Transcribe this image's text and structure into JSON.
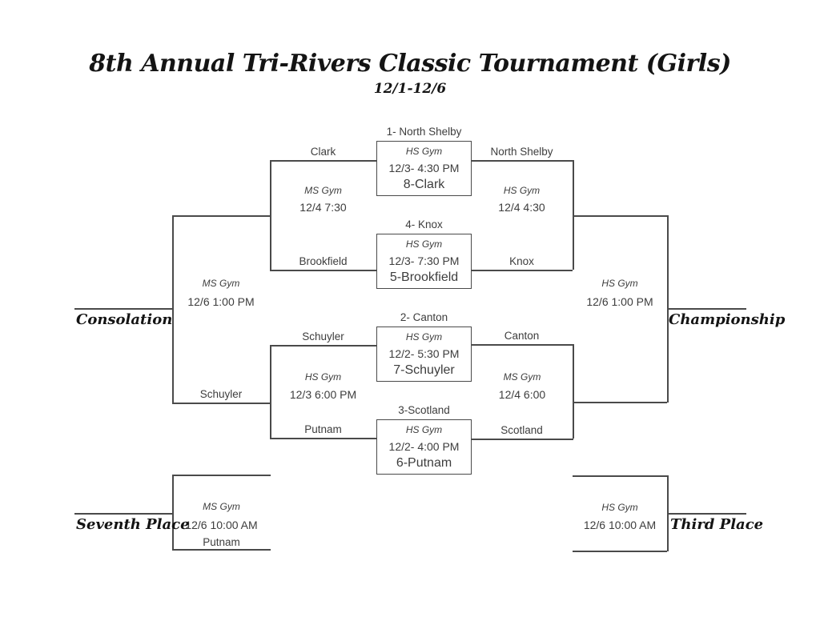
{
  "title": "8th Annual Tri-Rivers Classic Tournament (Girls)",
  "subtitle": "12/1-12/6",
  "bracket": {
    "games": [
      {
        "seed": "1- North Shelby",
        "gym": "HS Gym",
        "time": "12/3- 4:30 PM",
        "lower_seed": "8-Clark",
        "left_team": "Clark",
        "right_team": "North Shelby"
      },
      {
        "seed": "4- Knox",
        "gym": "HS Gym",
        "time": "12/3- 7:30 PM",
        "lower_seed": "5-Brookfield",
        "left_team": "Brookfield",
        "right_team": "Knox"
      },
      {
        "seed": "2- Canton",
        "gym": "HS Gym",
        "time": "12/2- 5:30 PM",
        "lower_seed": "7-Schuyler",
        "left_team": "Schuyler",
        "right_team": "Canton"
      },
      {
        "seed": "3-Scotland",
        "gym": "HS Gym",
        "time": "12/2- 4:00 PM",
        "lower_seed": "6-Putnam",
        "left_team": "Putnam",
        "right_team": "Scotland"
      }
    ],
    "semis": {
      "left_top": {
        "gym": "MS Gym",
        "time": "12/4 7:30"
      },
      "right_top": {
        "gym": "HS Gym",
        "time": "12/4 4:30"
      },
      "left_bottom": {
        "gym": "HS Gym",
        "time": "12/3 6:00 PM",
        "advancer": "Schuyler"
      },
      "right_bottom": {
        "gym": "MS Gym",
        "time": "12/4 6:00"
      }
    },
    "consolation": {
      "label": "Consolation",
      "gym": "MS Gym",
      "time": "12/6 1:00 PM"
    },
    "championship": {
      "label": "Championship",
      "gym": "HS Gym",
      "time": "12/6 1:00 PM"
    },
    "seventh_place": {
      "label": "Seventh Place",
      "gym": "MS Gym",
      "time": "12/6 10:00 AM",
      "team": "Putnam"
    },
    "third_place": {
      "label": "Third Place",
      "gym": "HS Gym",
      "time": "12/6 10:00 AM"
    }
  },
  "colors": {
    "line": "#4a4a4a",
    "text": "#3d3d3d",
    "ink": "#141414",
    "background": "#ffffff"
  }
}
